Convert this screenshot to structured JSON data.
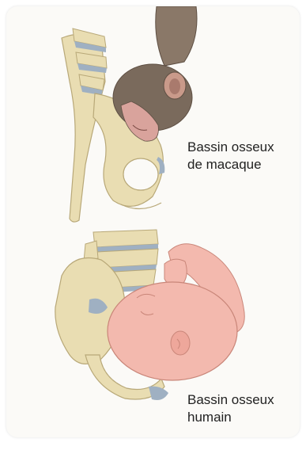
{
  "labels": {
    "macaque": {
      "line1": "Bassin osseux",
      "line2": "de macaque"
    },
    "human": {
      "line1": "Bassin osseux",
      "line2": "humain"
    }
  },
  "colors": {
    "bone": "#e9ddb2",
    "bone_outline": "#b8a878",
    "cartilage": "#9fb0c2",
    "monkey_fur": "#7a6a5c",
    "monkey_face": "#d9a39c",
    "baby_skin": "#f3b9ae",
    "text": "#222222"
  }
}
